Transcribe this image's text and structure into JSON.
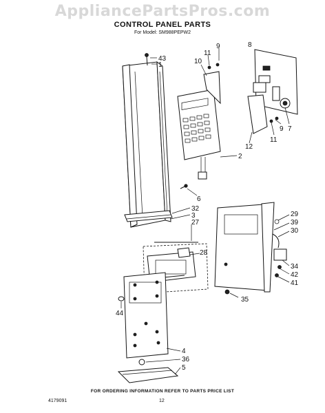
{
  "watermark": "AppliancePartsPros.com",
  "header": {
    "title": "CONTROL PANEL PARTS",
    "model_line": "For Model: SM988PEPW2"
  },
  "callouts": {
    "c43": "43",
    "c1": "1",
    "c9a": "9",
    "c11a": "11",
    "c10": "10",
    "c8": "8",
    "c7": "7",
    "c9b": "9",
    "c11b": "11",
    "c12": "12",
    "c2": "2",
    "c6": "6",
    "c32": "32",
    "c3": "3",
    "c27": "27",
    "c29": "29",
    "c39": "39",
    "c30": "30",
    "c28": "28",
    "c34": "34",
    "c42": "42",
    "c41": "41",
    "c35": "35",
    "c44": "44",
    "c4": "4",
    "c36": "36",
    "c5": "5"
  },
  "footer": {
    "ordering_note": "FOR ORDERING INFORMATION REFER TO PARTS PRICE LIST",
    "doc_number": "4179091",
    "page_number": "12"
  }
}
